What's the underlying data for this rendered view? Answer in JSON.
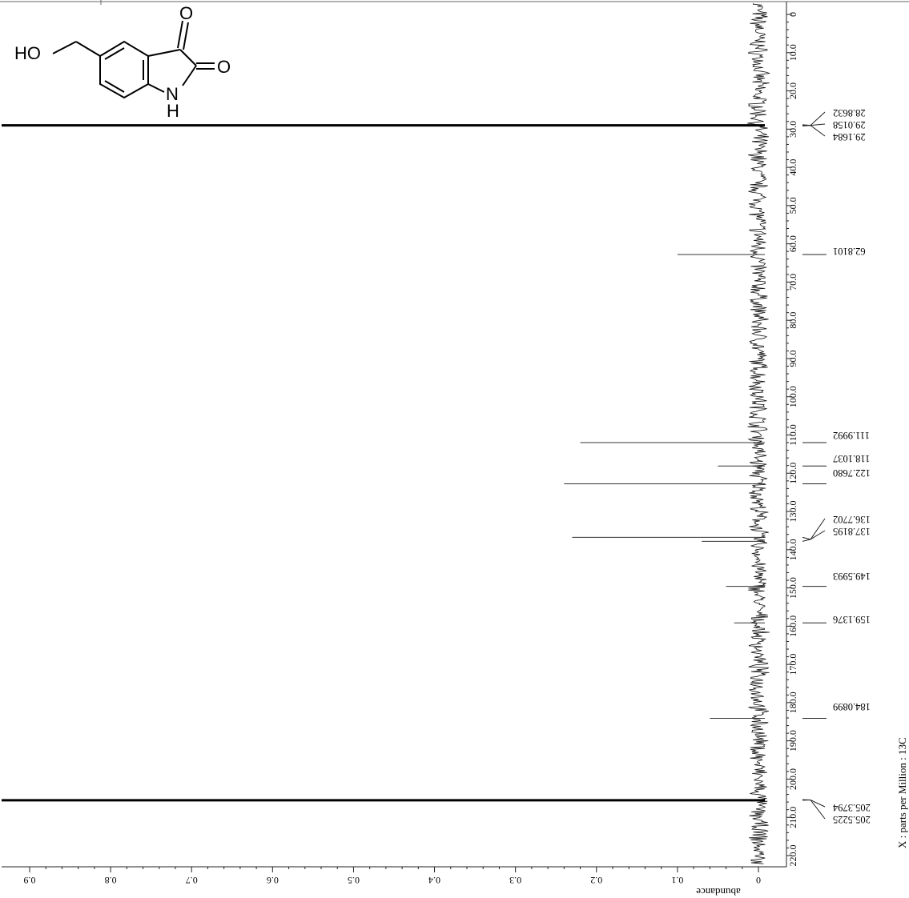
{
  "structure": {
    "labels": {
      "hydroxyl": "HO",
      "ketone_o": "O",
      "amide_o": "O",
      "nitrogen": "N",
      "hydrogen": "H"
    }
  },
  "chart_data": {
    "type": "line",
    "orientation": "rotated-90",
    "xlabel": "X : parts per Million : 13C",
    "ylabel": "abundance",
    "xlim": [
      0,
      220
    ],
    "ylim": [
      0,
      0.9
    ],
    "x_ticks": [
      "0",
      "10.0",
      "20.0",
      "30.0",
      "40.0",
      "50.0",
      "60.0",
      "70.0",
      "80.0",
      "90.0",
      "100.0",
      "110.0",
      "120.0",
      "130.0",
      "140.0",
      "150.0",
      "160.0",
      "170.0",
      "180.0",
      "190.0",
      "200.0",
      "210.0",
      "220.0"
    ],
    "y_ticks": [
      "0",
      "0.1",
      "0.2",
      "0.3",
      "0.4",
      "0.5",
      "0.6",
      "0.7",
      "0.8",
      "0.9"
    ],
    "peaks": [
      {
        "ppm": 29.0158,
        "abundance": 0.9
      },
      {
        "ppm": 62.8101,
        "abundance": 0.1
      },
      {
        "ppm": 111.9992,
        "abundance": 0.22
      },
      {
        "ppm": 118.1037,
        "abundance": 0.05
      },
      {
        "ppm": 122.768,
        "abundance": 0.24
      },
      {
        "ppm": 136.7702,
        "abundance": 0.23
      },
      {
        "ppm": 137.8195,
        "abundance": 0.07
      },
      {
        "ppm": 149.5993,
        "abundance": 0.04
      },
      {
        "ppm": 159.1376,
        "abundance": 0.03
      },
      {
        "ppm": 184.0899,
        "abundance": 0.06
      },
      {
        "ppm": 205.5225,
        "abundance": 0.9
      }
    ],
    "peak_labels": [
      {
        "text": "28.8632",
        "ppm": 28.8632
      },
      {
        "text": "29.0158",
        "ppm": 29.0158
      },
      {
        "text": "29.1684",
        "ppm": 29.1684
      },
      {
        "text": "62.8101",
        "ppm": 62.8101
      },
      {
        "text": "111.9992",
        "ppm": 111.9992
      },
      {
        "text": "118.1037",
        "ppm": 118.1037
      },
      {
        "text": "122.7680",
        "ppm": 122.768
      },
      {
        "text": "136.7702",
        "ppm": 136.7702
      },
      {
        "text": "137.8195",
        "ppm": 137.8195
      },
      {
        "text": "149.5993",
        "ppm": 149.5993
      },
      {
        "text": "159.1376",
        "ppm": 159.1376
      },
      {
        "text": "184.0899",
        "ppm": 184.0899
      },
      {
        "text": "205.3794",
        "ppm": 205.3794
      },
      {
        "text": "205.5225",
        "ppm": 205.5225
      }
    ],
    "grid": false,
    "legend": "none"
  }
}
